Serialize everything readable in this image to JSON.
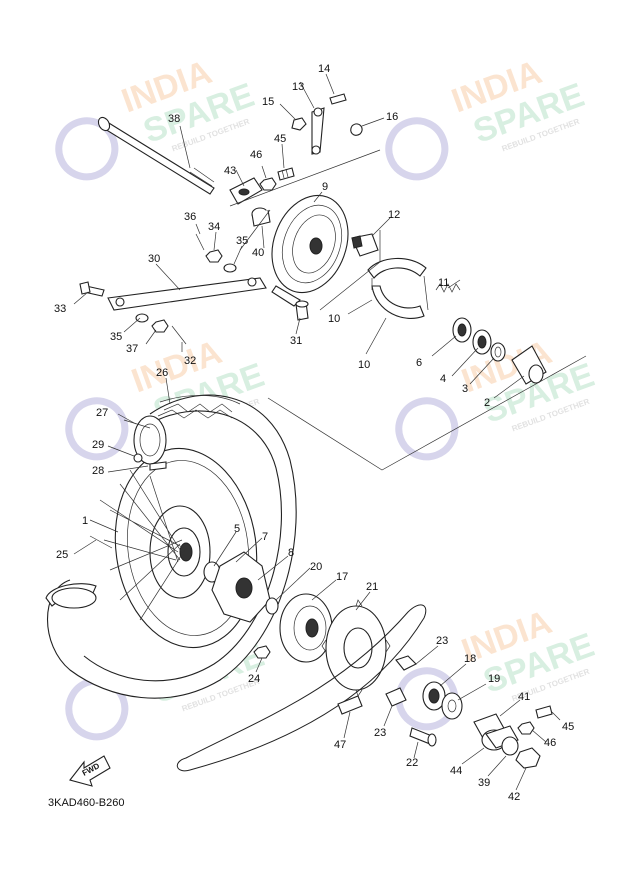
{
  "diagram_code": "3KAD460-B260",
  "fwd_label": "FWD",
  "watermark": {
    "line1": "INDIA",
    "line2": "SPARE",
    "tagline": "REBUILD TOGETHER"
  },
  "callouts": {
    "c1": "1",
    "c2": "2",
    "c3": "3",
    "c4": "4",
    "c5": "5",
    "c6": "6",
    "c7": "7",
    "c8": "8",
    "c9": "9",
    "c10a": "10",
    "c10b": "10",
    "c11": "11",
    "c12": "12",
    "c13": "13",
    "c14": "14",
    "c15": "15",
    "c16": "16",
    "c17": "17",
    "c18": "18",
    "c19": "19",
    "c20": "20",
    "c21": "21",
    "c22": "22",
    "c23a": "23",
    "c23b": "23",
    "c24": "24",
    "c25": "25",
    "c26": "26",
    "c27": "27",
    "c28": "28",
    "c29": "29",
    "c30": "30",
    "c31": "31",
    "c32": "32",
    "c33": "33",
    "c34": "34",
    "c35a": "35",
    "c35b": "35",
    "c36": "36",
    "c37": "37",
    "c38": "38",
    "c39": "39",
    "c40": "40",
    "c41": "41",
    "c42": "42",
    "c43": "43",
    "c44": "44",
    "c45": "45",
    "c45b": "45",
    "c46": "46",
    "c46b": "46",
    "c47": "47"
  }
}
